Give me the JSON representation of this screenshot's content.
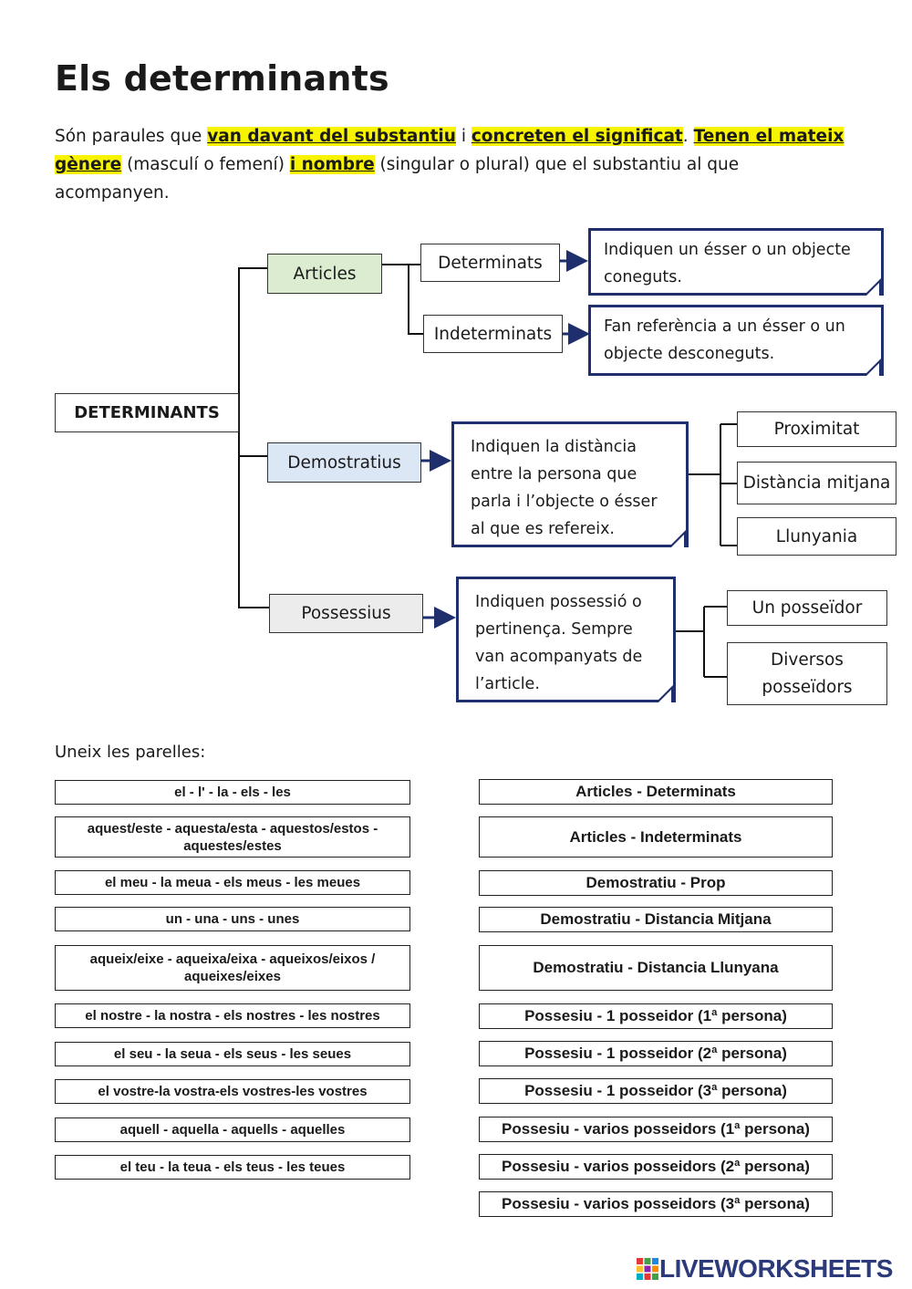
{
  "title": "Els determinants",
  "intro": {
    "p1": "Són paraules que ",
    "h1": "van davant del substantiu",
    "p2": " i ",
    "h2": "concreten el significat",
    "p3": ". ",
    "h3": "Tenen el mateix gènere",
    "p4": " (masculí o femení) ",
    "h4": "i nombre",
    "p5": " (singular o plural) que el substantiu al que acompanyen."
  },
  "diagram": {
    "root": "DETERMINANTS",
    "articles": "Articles",
    "determinats": "Determinats",
    "indeterminats": "Indeterminats",
    "note_determinats": "Indiquen un ésser o un objecte coneguts.",
    "note_indeterminats": "Fan referència a un ésser o un objecte desconeguts.",
    "demostratius": "Demostratius",
    "note_demostratius": "Indiquen la distància entre la persona que parla i l’objecte o ésser al que es refereix.",
    "proximitat": "Proximitat",
    "mitjana": "Distància mitjana",
    "llunyania": "Llunyania",
    "possessius": "Possessius",
    "note_possessius": "Indiquen possessió o pertinença. Sempre van acompanyats de l’article.",
    "un_posseidor": "Un posseïdor",
    "diversos": "Diversos posseïdors"
  },
  "exercise": {
    "instruction": "Uneix les parelles:",
    "left": [
      "el - l' - la - els - les",
      "aquest/este - aquesta/esta - aquestos/estos - aquestes/estes",
      "el meu - la meua - els meus - les meues",
      "un - una - uns - unes",
      "aqueix/eixe - aqueixa/eixa - aqueixos/eixos / aqueixes/eixes",
      "el nostre - la nostra - els nostres - les nostres",
      "el seu - la seua - els seus - les seues",
      "el vostre-la vostra-els vostres-les vostres",
      "aquell - aquella - aquells - aquelles",
      "el teu - la teua - els teus - les teues"
    ],
    "right": [
      "Articles - Determinats",
      "Articles - Indeterminats",
      "Demostratiu - Prop",
      "Demostratiu - Distancia Mitjana",
      "Demostratiu - Distancia Llunyana",
      "Possesiu - 1 posseidor (1ª persona)",
      "Possesiu - 1 posseidor (2ª persona)",
      "Possesiu - 1 posseidor (3ª persona)",
      "Possesiu - varios posseidors (1ª persona)",
      "Possesiu - varios posseidors (2ª persona)",
      "Possesiu - varios posseidors (3ª persona)"
    ]
  },
  "brand": "LIVEWORKSHEETS",
  "colors": {
    "highlight": "#f8f400",
    "note_border": "#1f2f6e",
    "brand": "#2c3a7a"
  }
}
